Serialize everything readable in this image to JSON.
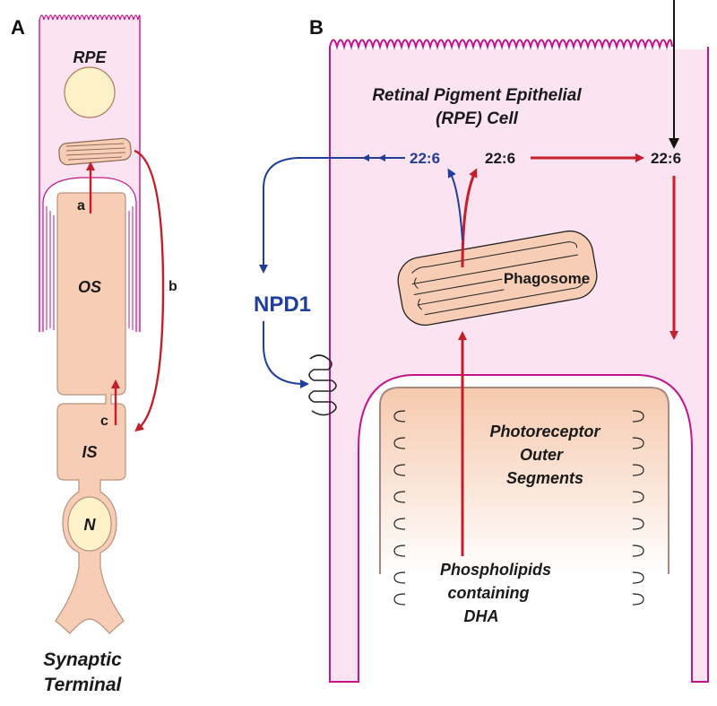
{
  "panels": {
    "a": "A",
    "b": "B"
  },
  "panel_a": {
    "rpe": "RPE",
    "os": "OS",
    "is": "IS",
    "n": "N",
    "arrow_a": "a",
    "arrow_b": "b",
    "arrow_c": "c",
    "synaptic_line1": "Synaptic",
    "synaptic_line2": "Terminal"
  },
  "panel_b": {
    "rpe_line1": "Retinal Pigment Epithelial",
    "rpe_line2": "(RPE) Cell",
    "dha_blue": "22:6",
    "dha_center": "22:6",
    "dha_right": "22:6",
    "npd1": "NPD1",
    "phagosome": "Phagosome",
    "pos_line1": "Photoreceptor",
    "pos_line2": "Outer",
    "pos_line3": "Segments",
    "phos_line1": "Phospholipids",
    "phos_line2": "containing",
    "phos_line3": "DHA"
  },
  "colors": {
    "membrane": "#c0168a",
    "cell_fill": "#fbe3f1",
    "photoreceptor_fill": "#f8cdb6",
    "red_arrow": "#c41e2a",
    "blue_arrow": "#1f3f9a",
    "nucleus_fill": "#fdf1c9"
  }
}
